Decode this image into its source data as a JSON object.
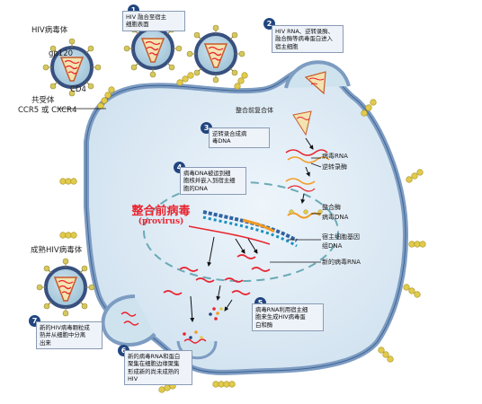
{
  "labels": {
    "hiv_virus": "HIV病毒体",
    "gp120": "gp120",
    "cd4": "CD4",
    "coreceptor_line1": "共受体",
    "coreceptor_line2": "CCR5 或 CXCR4",
    "mature_hiv": "成熟HIV病毒体",
    "preintegration_complex": "整合前复合体",
    "viral_rna": "病毒RNA",
    "reverse_transcriptase": "逆转录酶",
    "integrase": "整合酶",
    "viral_dna": "病毒DNA",
    "host_gene_dna_line1": "宿主细胞基因",
    "host_gene_dna_line2": "组DNA",
    "new_viral_rna": "新的病毒RNA",
    "provirus_cn": "整合前病毒",
    "provirus_en": "(provirus)"
  },
  "steps": [
    {
      "number": "1",
      "lines": [
        "HIV 融合至宿主",
        "细胞表面"
      ]
    },
    {
      "number": "2",
      "lines": [
        "HIV RNA、逆转录酶、",
        "融合酶等病毒蛋白进入",
        "宿主细胞"
      ]
    },
    {
      "number": "3",
      "lines": [
        "逆转录合成病",
        "毒DNA"
      ]
    },
    {
      "number": "4",
      "lines": [
        "病毒DNA被运到细",
        "胞核并嵌入到宿主细",
        "胞的DNA"
      ]
    },
    {
      "number": "5",
      "lines": [
        "病毒RNA利用宿主细",
        "胞来生成HIV病毒蛋",
        "白和酶"
      ]
    },
    {
      "number": "6",
      "lines": [
        "新的病毒RNA和蛋白",
        "聚集在细胞边缘聚集",
        "形成新的尚未成熟的",
        "HIV"
      ]
    },
    {
      "number": "7",
      "lines": [
        "新的HIV病毒颗粒成",
        "熟并从细胞中分离",
        "出来"
      ]
    }
  ],
  "colors": {
    "cell_fill": "#d9e8f3",
    "cell_membrane": "#7d9cc2",
    "nucleus_border": "#6aaab6",
    "virus_envelope": "#38507f",
    "virus_capsid": "#f3e3b0",
    "viral_rna": "#e8242f",
    "gp120": "#d6c860",
    "step_badge": "#21457f",
    "provirus_text": "#e8242f"
  }
}
